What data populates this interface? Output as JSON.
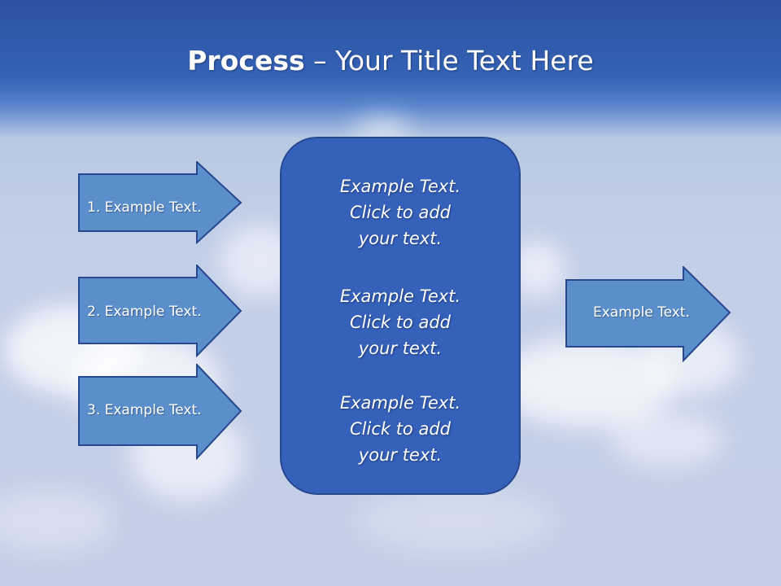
{
  "slide": {
    "title_bold": "Process",
    "title_rest": " – Your Title Text Here"
  },
  "left_arrows": [
    {
      "label": "1. Example Text."
    },
    {
      "label": "2. Example Text."
    },
    {
      "label": "3. Example Text."
    }
  ],
  "center_box": {
    "blocks": [
      {
        "line1": "Example Text.",
        "line2": "Click  to add",
        "line3": "your text."
      },
      {
        "line1": "Example Text.",
        "line2": "Click  to add",
        "line3": "your text."
      },
      {
        "line1": "Example Text.",
        "line2": "Click  to add",
        "line3": "your text."
      }
    ]
  },
  "right_arrow": {
    "label": "Example Text."
  },
  "colors": {
    "banner": "#2c52a0",
    "arrow_fill": "#5b8fcc",
    "arrow_border": "#27488e",
    "center_fill": "#3561bb"
  }
}
